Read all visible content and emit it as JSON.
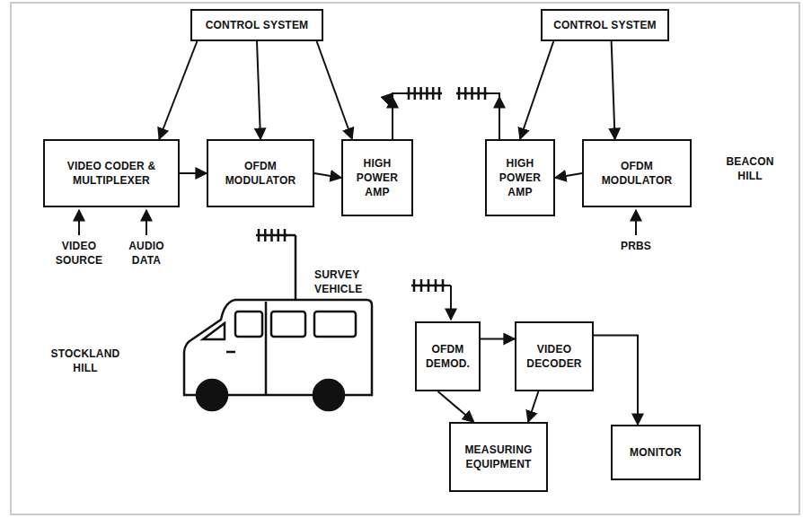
{
  "diagram": {
    "nodes": [
      {
        "text": [
          "CONTROL SYSTEM"
        ]
      },
      {
        "text": [
          "VIDEO CODER & MULTIPLEXER"
        ]
      },
      {
        "text": [
          "OFDM MODULATOR"
        ]
      },
      {
        "text": [
          "HIGH POWER AMP"
        ]
      },
      {
        "text": [
          "CONTROL SYSTEM"
        ]
      },
      {
        "text": [
          "HIGH POWER AMP"
        ]
      },
      {
        "text": [
          "OFDM MODULATOR"
        ]
      },
      {
        "text": [
          "OFDM DEMOD."
        ]
      },
      {
        "text": [
          "VIDEO DECODER"
        ]
      },
      {
        "text": [
          "MEASURING EQUIPMENT"
        ]
      },
      {
        "text": [
          "MONITOR"
        ]
      }
    ],
    "edges": [
      {
        "from": 0,
        "to": 1,
        "arrow": "to"
      },
      {
        "from": 0,
        "to": 2,
        "arrow": "to"
      },
      {
        "from": 0,
        "to": 3,
        "arrow": "to"
      },
      {
        "from": 1,
        "to": 2,
        "arrow": "to"
      },
      {
        "from": 2,
        "to": 3,
        "arrow": "to"
      },
      {
        "from": 4,
        "to": 5,
        "arrow": "to"
      },
      {
        "from": 4,
        "to": 6,
        "arrow": "to"
      },
      {
        "from": 6,
        "to": 5,
        "arrow": "to"
      },
      {
        "from": 7,
        "to": 8,
        "arrow": "to"
      },
      {
        "from": 7,
        "to": 9,
        "arrow": "to"
      },
      {
        "from": 8,
        "to": 9,
        "arrow": "to"
      },
      {
        "from": 8,
        "to": 10,
        "arrow": "to"
      }
    ],
    "labels": [
      "VIDEO SOURCE",
      "AUDIO DATA",
      "BEACON HILL",
      "PRBS",
      "SURVEY VEHICLE",
      "STOCKLAND HILL"
    ]
  }
}
